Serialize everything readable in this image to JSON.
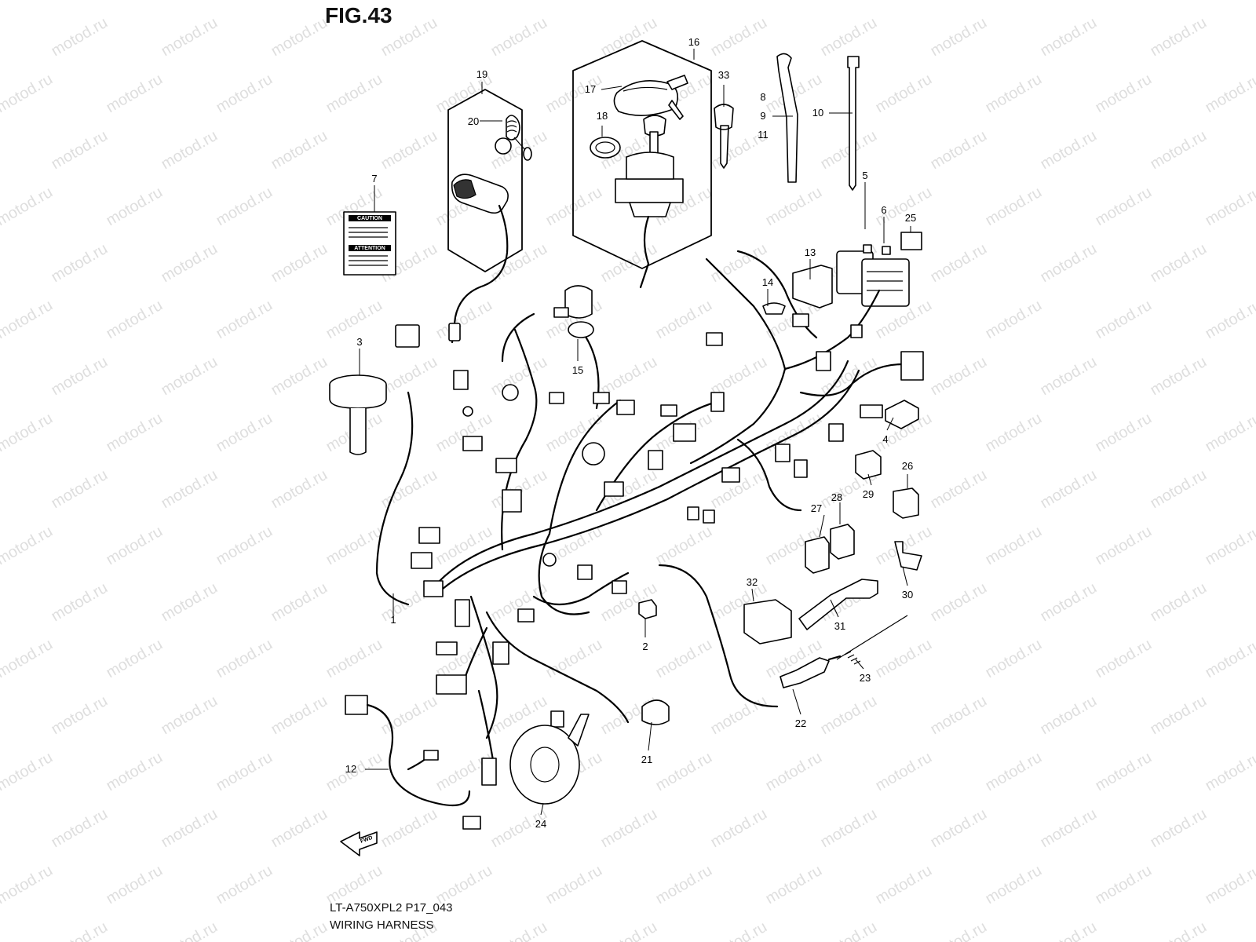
{
  "figure": {
    "title": "FIG.43",
    "footer_code": "LT-A750XPL2 P17_043",
    "footer_title": "WIRING HARNESS",
    "watermark": "motod.ru",
    "fwd_label": "FWD"
  },
  "caution_label": {
    "line1": "CAUTION",
    "line2": "ATTENTION"
  },
  "callouts": [
    {
      "id": "c1",
      "text": "1"
    },
    {
      "id": "c2",
      "text": "2"
    },
    {
      "id": "c3",
      "text": "3"
    },
    {
      "id": "c4",
      "text": "4"
    },
    {
      "id": "c5",
      "text": "5"
    },
    {
      "id": "c6",
      "text": "6"
    },
    {
      "id": "c7",
      "text": "7"
    },
    {
      "id": "c8",
      "text": "8"
    },
    {
      "id": "c9",
      "text": "9"
    },
    {
      "id": "c10",
      "text": "10"
    },
    {
      "id": "c11",
      "text": "11"
    },
    {
      "id": "c12",
      "text": "12"
    },
    {
      "id": "c13",
      "text": "13"
    },
    {
      "id": "c14",
      "text": "14"
    },
    {
      "id": "c15",
      "text": "15"
    },
    {
      "id": "c16",
      "text": "16"
    },
    {
      "id": "c17",
      "text": "17"
    },
    {
      "id": "c18",
      "text": "18"
    },
    {
      "id": "c19",
      "text": "19"
    },
    {
      "id": "c20",
      "text": "20"
    },
    {
      "id": "c21",
      "text": "21"
    },
    {
      "id": "c22",
      "text": "22"
    },
    {
      "id": "c23",
      "text": "23"
    },
    {
      "id": "c24",
      "text": "24"
    },
    {
      "id": "c25",
      "text": "25"
    },
    {
      "id": "c26",
      "text": "26"
    },
    {
      "id": "c27",
      "text": "27"
    },
    {
      "id": "c28",
      "text": "28"
    },
    {
      "id": "c29",
      "text": "29"
    },
    {
      "id": "c30",
      "text": "30"
    },
    {
      "id": "c31",
      "text": "31"
    },
    {
      "id": "c32",
      "text": "32"
    },
    {
      "id": "c33",
      "text": "33"
    }
  ]
}
